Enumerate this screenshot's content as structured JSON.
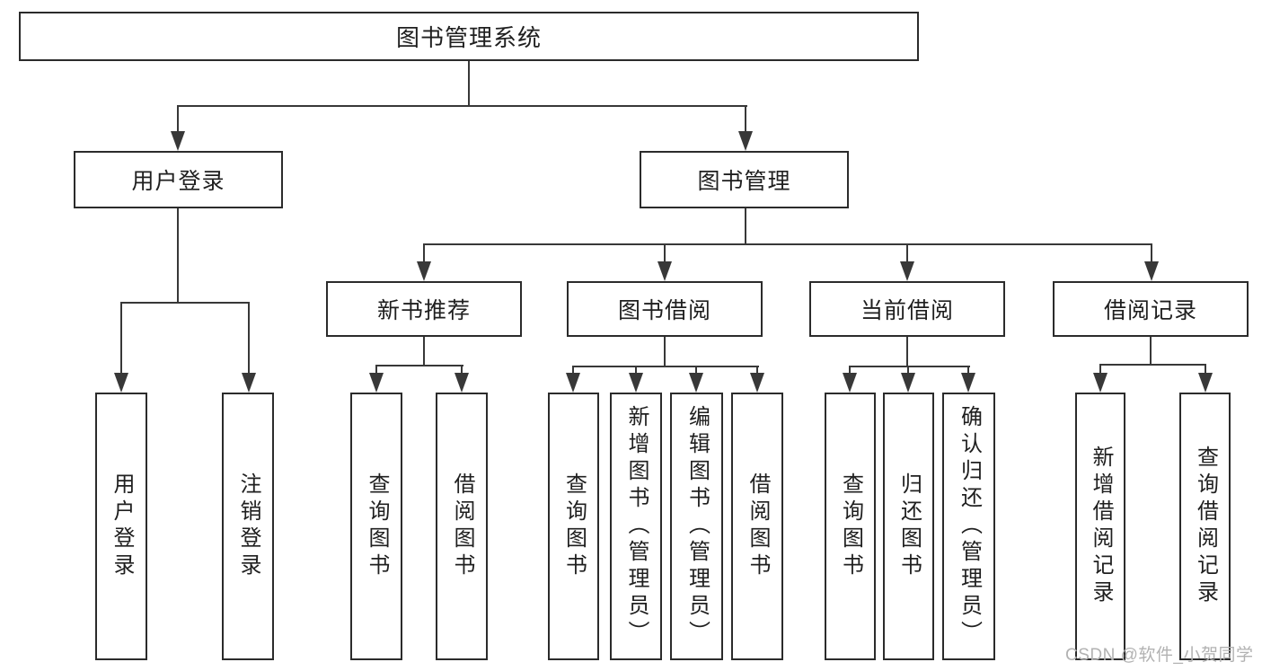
{
  "diagram": {
    "root": "图书管理系统",
    "level1": {
      "user_login": "用户登录",
      "book_mgmt": "图书管理"
    },
    "level2": {
      "new_rec": "新书推荐",
      "borrow": "图书借阅",
      "current": "当前借阅",
      "records": "借阅记录"
    },
    "leaves": {
      "user_login_1": "用户登录",
      "user_login_2": "注销登录",
      "new_rec_1": "查询图书",
      "new_rec_2": "借阅图书",
      "borrow_1": "查询图书",
      "borrow_2": "新增图书（管理员）",
      "borrow_3": "编辑图书（管理员）",
      "borrow_4": "借阅图书",
      "current_1": "查询图书",
      "current_2": "归还图书",
      "current_3": "确认归还（管理员）",
      "records_1": "新增借阅记录",
      "records_2": "查询借阅记录"
    }
  },
  "watermark": {
    "text": "CSDN @软件_小贺同学",
    "color": "#b2b2b2"
  },
  "colors": {
    "box_border": "#2b2b2b",
    "connector_line": "#383838",
    "text": "#1f1f1f",
    "background": "#ffffff"
  }
}
